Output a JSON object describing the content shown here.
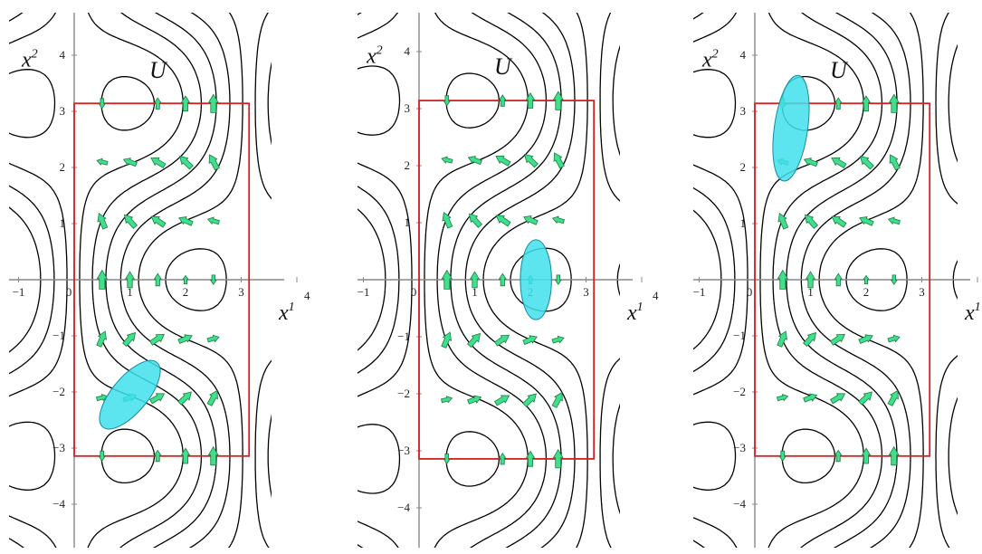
{
  "figure": {
    "panels": [
      {
        "id": "left",
        "blob": {
          "x": 1.0,
          "y": -2.05,
          "rx": 0.32,
          "ry": 0.75,
          "angle": 40
        }
      },
      {
        "id": "middle",
        "blob": {
          "x": 2.1,
          "y": 0.0,
          "rx": 0.28,
          "ry": 0.7,
          "angle": 0
        }
      },
      {
        "id": "right",
        "blob": {
          "x": 0.65,
          "y": 2.7,
          "rx": 0.3,
          "ry": 0.95,
          "angle": 8
        }
      }
    ],
    "x_axis_label": "x",
    "x_axis_sup": "1",
    "y_axis_label": "x",
    "y_axis_sup": "2",
    "region_label": "U",
    "x_tick_labels": [
      "−1",
      "0",
      "1",
      "2",
      "3",
      "4"
    ],
    "y_tick_labels": [
      "4",
      "3",
      "2",
      "1",
      "−1",
      "−2",
      "−3",
      "−4"
    ],
    "x_ticks": [
      -1,
      0,
      1,
      2,
      3,
      4
    ],
    "y_ticks": [
      4,
      3,
      2,
      1,
      -1,
      -2,
      -3,
      -4
    ],
    "x_range": [
      -1.1,
      4.1
    ],
    "y_range": [
      -4.7,
      4.7
    ],
    "rectangle": {
      "x0": 0,
      "x1": 3.1416,
      "y0": -3.1416,
      "y1": 3.1416
    },
    "contour_levels": [
      0.1,
      0.5,
      0.9,
      1.3,
      1.7,
      2.1,
      2.5,
      2.9,
      3.3,
      3.7
    ],
    "arrow_grid_x": [
      1.0,
      1.5,
      2.0,
      2.5
    ],
    "arrow_grid_y": [
      -3.14,
      -2.1,
      -1.05,
      0,
      1.05,
      2.1,
      3.14
    ],
    "colors": {
      "contour": "#000000",
      "axis": "#888888",
      "rectangle": "#d42020",
      "arrow_fill": "#3ee08a",
      "arrow_stroke": "#1c7a45",
      "blob_fill": "#3fe0ec",
      "blob_stroke": "#1a8aa0"
    }
  }
}
